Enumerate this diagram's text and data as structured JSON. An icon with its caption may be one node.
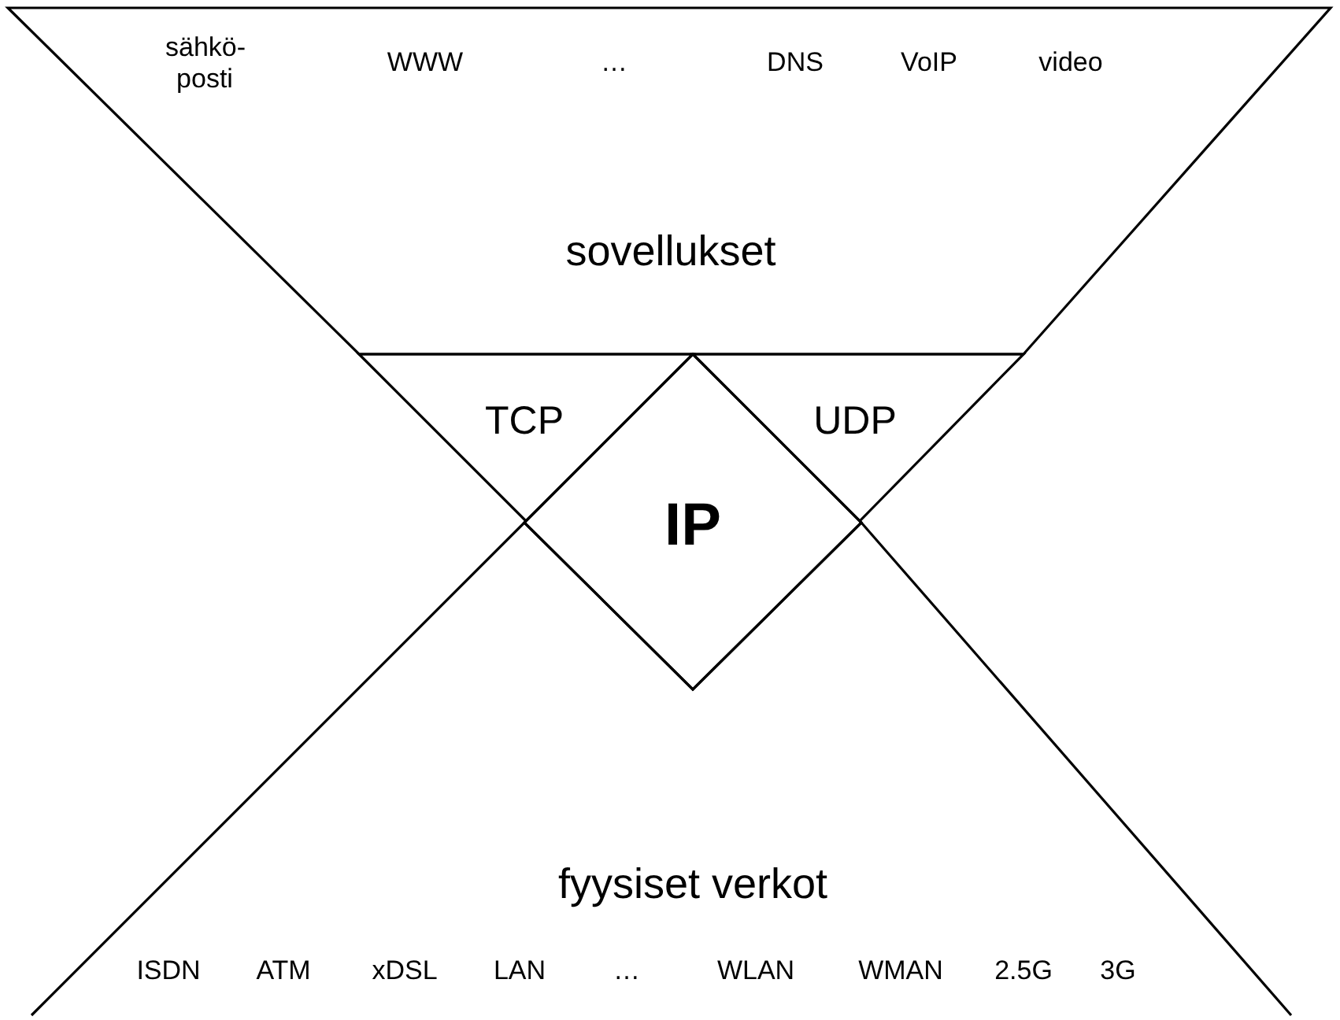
{
  "diagram": {
    "nodes": [
      {
        "text": [
          "sähkö- posti",
          "WWW",
          "…",
          "DNS",
          "VoIP",
          "video",
          "sovellukset"
        ]
      },
      {
        "text": [
          "TCP"
        ]
      },
      {
        "text": [
          "UDP"
        ]
      },
      {
        "text": [
          "IP"
        ]
      },
      {
        "text": [
          "fyysiset verkot",
          "ISDN",
          "ATM",
          "xDSL",
          "LAN",
          "…",
          "WLAN",
          "WMAN",
          "2.5G",
          "3G"
        ]
      }
    ]
  }
}
